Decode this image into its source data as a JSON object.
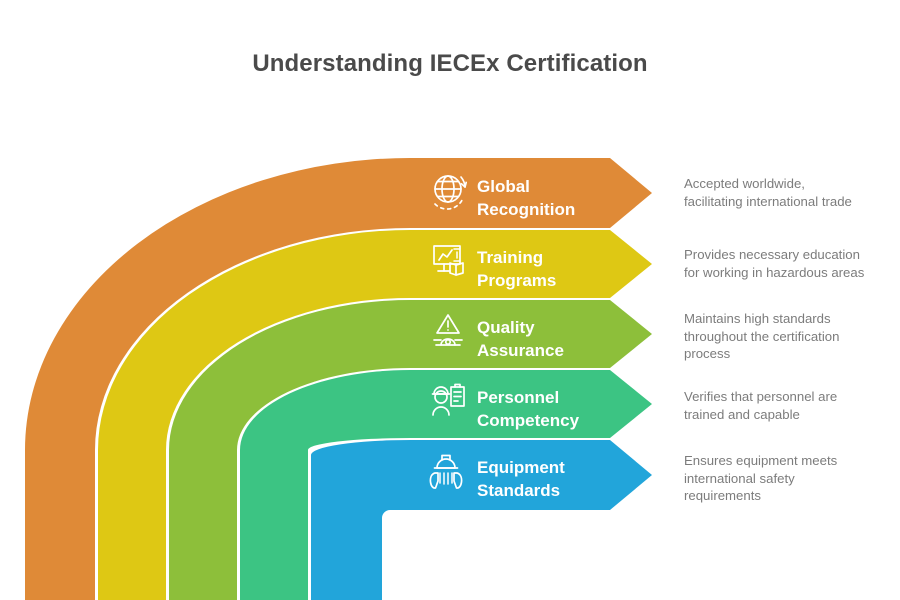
{
  "page": {
    "title": "Understanding IECEx Certification",
    "background": "#ffffff",
    "title_color": "#4a4a4a",
    "description_color": "#7c7c7c",
    "label_color": "#ffffff"
  },
  "bands": [
    {
      "id": "global-recognition",
      "label_line1": "Global",
      "label_line2": "Recognition",
      "icon": "globe-icon",
      "color": "#df8a37",
      "description_line1": "Accepted worldwide,",
      "description_line2": "facilitating international trade",
      "description_line3": ""
    },
    {
      "id": "training-programs",
      "label_line1": "Training",
      "label_line2": "Programs",
      "icon": "whiteboard-book-icon",
      "color": "#dec814",
      "description_line1": "Provides necessary education",
      "description_line2": "for working in hazardous areas",
      "description_line3": ""
    },
    {
      "id": "quality-assurance",
      "label_line1": "Quality",
      "label_line2": "Assurance",
      "icon": "warning-gauge-icon",
      "color": "#8dbf3a",
      "description_line1": "Maintains high standards",
      "description_line2": "throughout the certification",
      "description_line3": "process"
    },
    {
      "id": "personnel-competency",
      "label_line1": "Personnel",
      "label_line2": "Competency",
      "icon": "worker-clipboard-icon",
      "color": "#3cc483",
      "description_line1": "Verifies that personnel are",
      "description_line2": "trained and capable",
      "description_line3": ""
    },
    {
      "id": "equipment-standards",
      "label_line1": "Equipment",
      "label_line2": "Standards",
      "icon": "hands-hardhat-icon",
      "color": "#22a5da",
      "description_line1": "Ensures equipment meets",
      "description_line2": "international safety",
      "description_line3": "requirements"
    }
  ]
}
